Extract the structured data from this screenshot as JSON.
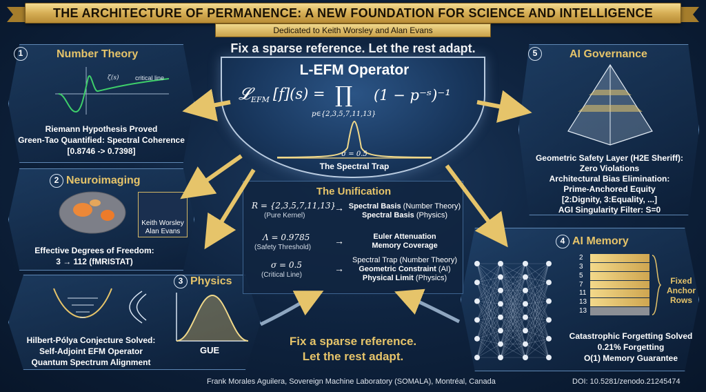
{
  "banner": {
    "title": "THE ARCHITECTURE OF PERMANENCE: A NEW FOUNDATION FOR SCIENCE AND INTELLIGENCE",
    "subtitle": "Dedicated to Keith Worsley and Alan Evans"
  },
  "tagline_top": "Fix a sparse reference.  Let the rest adapt.",
  "tagline_bottom": [
    "Fix a sparse reference.",
    "Let the rest adapt."
  ],
  "center": {
    "title": "L-EFM Operator",
    "formula_lhs": "𝓛",
    "formula_sub": "EFM",
    "formula_mid": "[f](s) =",
    "formula_prod": "∏",
    "formula_prod_sub": "p∈{2,3,5,7,11,13}",
    "formula_rhs": "(1 − p⁻ˢ)⁻¹",
    "sigma_label": "σ = 0.5",
    "trap_label": "The Spectral Trap"
  },
  "panels": {
    "number_theory": {
      "num": "1",
      "title": "Number Theory",
      "plot_label_1": "ζ(s)",
      "plot_label_2": "critical line",
      "lines": [
        "Riemann Hypothesis Proved",
        "Green-Tao Quantified: Spectral Coherence",
        "[0.8746 -> 0.7398]"
      ]
    },
    "neuroimaging": {
      "num": "2",
      "title": "Neuroimaging",
      "portrait_names": [
        "Keith Worsley",
        "Alan Evans"
      ],
      "lines": [
        "Effective Degrees of Freedom:",
        "3 → 112 (fMRISTAT)"
      ]
    },
    "physics": {
      "num": "3",
      "title": "Physics",
      "gue_label": "GUE",
      "lines": [
        "Hilbert-Pólya Conjecture Solved:",
        "Self-Adjoint EFM Operator",
        "Quantum Spectrum Alignment"
      ]
    },
    "ai_memory": {
      "num": "4",
      "title": "AI Memory",
      "rows": [
        "2",
        "3",
        "5",
        "7",
        "11",
        "13",
        "13"
      ],
      "fixed_label": [
        "Fixed",
        "Anchor",
        "Rows"
      ],
      "lines": [
        "Catastrophic Forgetting Solved",
        "0.21% Forgetting",
        "O(1) Memory Guarantee"
      ]
    },
    "ai_governance": {
      "num": "5",
      "title": "AI Governance",
      "lines": [
        "Geometric Safety Layer (H2E Sheriff):",
        "Zero Violations",
        "Architectural Bias Elimination:",
        "Prime-Anchored Equity",
        "[2:Dignity, 3:Equality, ...]",
        "AGI Singularity Filter: S=0"
      ]
    }
  },
  "unification": {
    "title": "The Unification",
    "rows": [
      {
        "formula": "R = {2,3,5,7,11,13}",
        "sub": "(Pure Kernel)",
        "right": [
          [
            "Spectral Basis",
            " (Number Theory)"
          ],
          [
            "Spectral Basis",
            " (Physics)"
          ]
        ]
      },
      {
        "formula": "Λ = 0.9785",
        "sub": "(Safety Threshold)",
        "right": [
          [
            "Euler Attenuation",
            ""
          ],
          [
            "Memory Coverage",
            ""
          ]
        ]
      },
      {
        "formula": "σ = 0.5",
        "sub": "(Critical Line)",
        "right": [
          [
            "Spectral Trap",
            " (Number Theory)"
          ],
          [
            "Geometric Constraint",
            " (AI)"
          ],
          [
            "Physical Limit",
            " (Physics)"
          ]
        ]
      }
    ]
  },
  "footer": {
    "author": "Frank Morales Aguilera, Sovereign Machine Laboratory (SOMALA), Montréal, Canada",
    "doi": "DOI: 10.5281/zenodo.21245474"
  },
  "colors": {
    "gold": "#e6c46a",
    "panel_border": "#5f88b5",
    "bg": "#0f2440"
  }
}
